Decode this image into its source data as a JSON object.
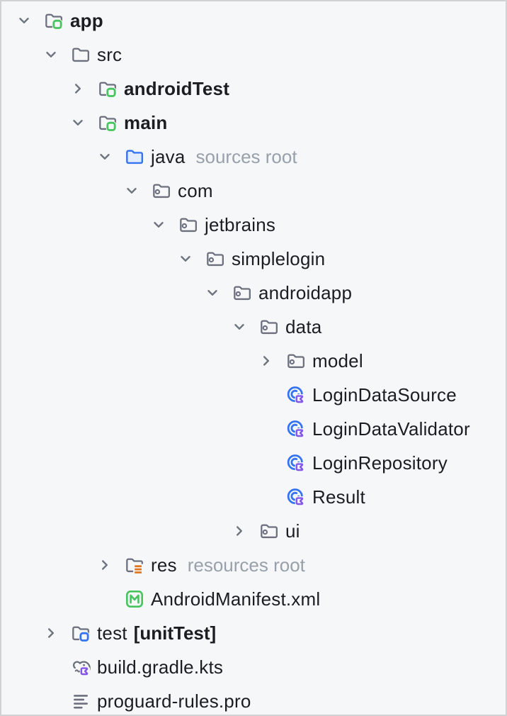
{
  "panel": {
    "kind": "ide-project-tree"
  },
  "colors": {
    "background": "#f6f7f8",
    "border": "#d1d2d4",
    "text": "#1b1d21",
    "muted_text": "#98a0ab",
    "chevron": "#6e7480",
    "icon_gray": "#6c707e",
    "blue": "#3574f0",
    "blue_fill": "#e3edff",
    "green": "#47c45d",
    "orange": "#e2751c",
    "purple": "#8356f0"
  },
  "tree": {
    "rows": [
      {
        "label": "app",
        "level": 0,
        "chevron": "expanded",
        "icon": "folder-module-icon",
        "bold": true
      },
      {
        "label": "src",
        "level": 1,
        "chevron": "expanded",
        "icon": "folder-icon",
        "bold": false
      },
      {
        "label": "androidTest",
        "level": 2,
        "chevron": "collapsed",
        "icon": "folder-sources-root-icon",
        "bold": true
      },
      {
        "label": "main",
        "level": 2,
        "chevron": "expanded",
        "icon": "folder-sources-root-icon",
        "bold": true
      },
      {
        "label": "java",
        "level": 3,
        "chevron": "expanded",
        "icon": "folder-java-sources-icon",
        "bold": false,
        "qualifier": "sources root"
      },
      {
        "label": "com",
        "level": 4,
        "chevron": "expanded",
        "icon": "package-icon",
        "bold": false
      },
      {
        "label": "jetbrains",
        "level": 5,
        "chevron": "expanded",
        "icon": "package-icon",
        "bold": false
      },
      {
        "label": "simplelogin",
        "level": 6,
        "chevron": "expanded",
        "icon": "package-icon",
        "bold": false
      },
      {
        "label": "androidapp",
        "level": 7,
        "chevron": "expanded",
        "icon": "package-icon",
        "bold": false
      },
      {
        "label": "data",
        "level": 8,
        "chevron": "expanded",
        "icon": "package-icon",
        "bold": false
      },
      {
        "label": "model",
        "level": 9,
        "chevron": "collapsed",
        "icon": "package-icon",
        "bold": false
      },
      {
        "label": "LoginDataSource",
        "level": 9,
        "chevron": null,
        "icon": "kotlin-class-icon",
        "bold": false
      },
      {
        "label": "LoginDataValidator",
        "level": 9,
        "chevron": null,
        "icon": "kotlin-class-icon",
        "bold": false
      },
      {
        "label": "LoginRepository",
        "level": 9,
        "chevron": null,
        "icon": "kotlin-class-icon",
        "bold": false
      },
      {
        "label": "Result",
        "level": 9,
        "chevron": null,
        "icon": "kotlin-class-icon",
        "bold": false
      },
      {
        "label": "ui",
        "level": 8,
        "chevron": "collapsed",
        "icon": "package-icon",
        "bold": false
      },
      {
        "label": "res",
        "level": 3,
        "chevron": "collapsed",
        "icon": "folder-resources-icon",
        "bold": false,
        "qualifier": "resources root"
      },
      {
        "label": "AndroidManifest.xml",
        "level": 3,
        "chevron": null,
        "icon": "manifest-xml-icon",
        "bold": false
      },
      {
        "label": "test",
        "level": 1,
        "chevron": "collapsed",
        "icon": "folder-test-icon",
        "bold": false,
        "suffix": "[unitTest]"
      },
      {
        "label": "build.gradle.kts",
        "level": 1,
        "chevron": null,
        "icon": "gradle-kotlin-icon",
        "bold": false
      },
      {
        "label": "proguard-rules.pro",
        "level": 1,
        "chevron": null,
        "icon": "text-file-icon",
        "bold": false
      }
    ]
  }
}
